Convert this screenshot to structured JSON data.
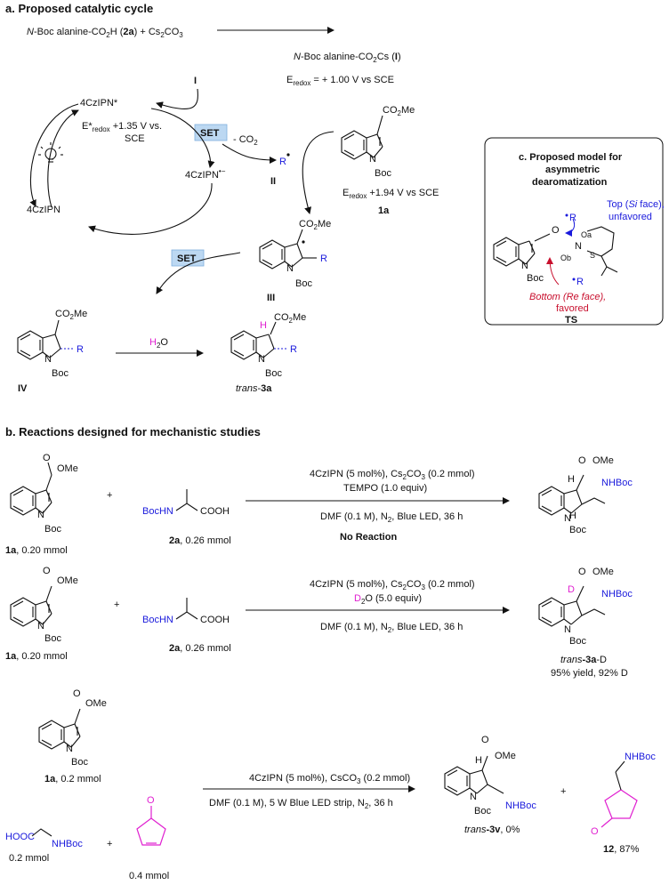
{
  "colors": {
    "blue": "#1a1adc",
    "red": "#c8102e",
    "magenta": "#e020d0",
    "set_box": "#bcd8f2"
  },
  "section_a": {
    "title": "a. Proposed catalytic cycle",
    "eq1_left_italic": "N",
    "eq1_left": "-Boc alanine-CO",
    "eq1_left2": "H (",
    "eq1_left_bold": "2a",
    "eq1_left3": ")  +  Cs",
    "eq1_left4": "CO",
    "eq1_right_italic": "N",
    "eq1_right": "-Boc alanine-CO",
    "eq1_right2": "Cs (",
    "eq1_right_bold": "I",
    "eq1_right3": ")",
    "eredox1": "E",
    "eredox1_sub": "redox",
    "eredox1_val": " = + 1.00 V vs SCE",
    "cat_excited": "4CzIPN*",
    "cat_estar": "E*",
    "cat_estar_sub": "redox",
    "cat_estar_val": " +1.35 V vs.",
    "cat_estar_val2": "SCE",
    "cat_radical_anion": "4CzIPN",
    "cat_radical_anion_sup": "•−",
    "cat_ground": "4CzIPN",
    "label_I": "I",
    "set1": "SET",
    "set2": "SET",
    "minus_co2": "- CO",
    "radical_R": "R",
    "label_II": "II",
    "indole_co2me": "CO",
    "indole_co2me2": "Me",
    "boc": "Boc",
    "eredox2": "E",
    "eredox2_sub": "redox",
    "eredox2_val": " +1.94 V vs SCE",
    "label_1a": "1a",
    "label_III": "III",
    "label_IV": "IV",
    "h2o_H": "H",
    "h2o_O": "O",
    "product_label_italic": "trans",
    "product_label": "-",
    "product_label_bold": "3a",
    "R": "R",
    "H": "H",
    "N": "N"
  },
  "section_c": {
    "title1": "c. Proposed model for",
    "title2": "asymmetric",
    "title3": "dearomatization",
    "top_face1": "Top (",
    "top_face_italic": "Si",
    "top_face2": " face),",
    "top_face3": "unfavored",
    "bottom_face": "Bottom (Re face),",
    "bottom_face2": "favored",
    "label_TS": "TS",
    "Oa": "Oa",
    "Ob": "Ob",
    "N": "N",
    "S": "S",
    "O": "O",
    "R": "R",
    "Boc": "Boc"
  },
  "section_b": {
    "title": "b. Reactions designed for mechanistic studies",
    "rxn1": {
      "cond1": "4CzIPN (5 mol%), Cs",
      "cond1b": "CO",
      "cond1c": " (0.2 mmol)",
      "cond2": "TEMPO (1.0 equiv)",
      "cond3": "DMF (0.1 M), N",
      "cond3b": ", Blue LED, 36 h",
      "result": "No Reaction",
      "sm_label_bold": "1a",
      "sm_label": ", 0.20 mmol",
      "aa_label_bold": "2a",
      "aa_label": ", 0.26 mmol",
      "aa_name": "BocHN",
      "aa_cooh": "COOH",
      "plus": "+"
    },
    "rxn2": {
      "cond1": "4CzIPN (5 mol%), Cs",
      "cond1b": "CO",
      "cond1c": " (0.2 mmol)",
      "cond2_D": "D",
      "cond2": "O (5.0 equiv)",
      "cond3": "DMF (0.1 M), N",
      "cond3b": ", Blue LED, 36 h",
      "sm_label_bold": "1a",
      "sm_label": ", 0.20 mmol",
      "aa_label_bold": "2a",
      "aa_label": ", 0.26 mmol",
      "aa_name": "BocHN",
      "aa_cooh": "COOH",
      "plus": "+",
      "prod_italic": "trans",
      "prod_bold": "-3a",
      "prod_rest": "-D",
      "prod_yield": "95% yield, 92% D",
      "D": "D"
    },
    "rxn3": {
      "cond1": "4CzIPN (5 mol%), CsCO",
      "cond1b": " (0.2 mmol)",
      "cond2": "DMF (0.1 M), 5 W Blue LED strip, N",
      "cond2b": ", 36 h",
      "sm_label_bold": "1a",
      "sm_label": ", 0.2 mmol",
      "gly_acid": "HOOC",
      "gly_nhboc": "NHBoc",
      "gly_amt": "0.2 mmol",
      "enone_amt": "0.4 mmol",
      "enone_O": "O",
      "prod1_italic": "trans",
      "prod1_bold": "-3v",
      "prod1_rest": ", 0%",
      "prod2_bold": "12",
      "prod2_rest": ", 87%",
      "plus": "+"
    },
    "OMe": "OMe",
    "O": "O",
    "N": "N",
    "Boc": "Boc",
    "H": "H",
    "NHBoc": "NHBoc"
  }
}
